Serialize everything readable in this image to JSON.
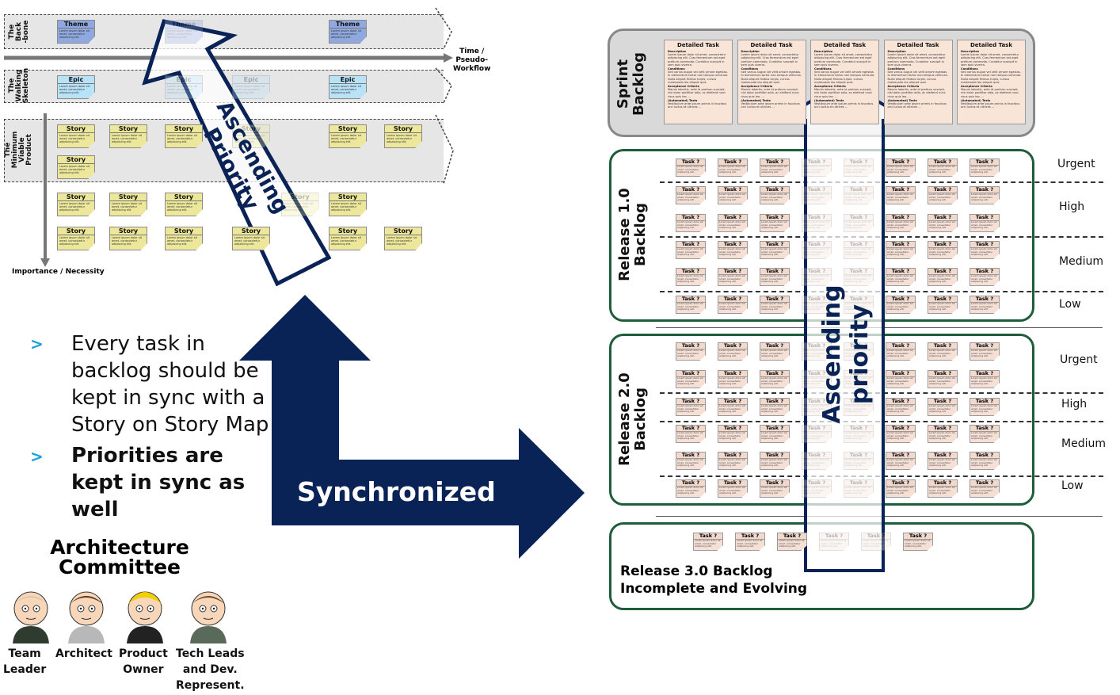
{
  "story_map": {
    "lanes": [
      {
        "label": "The\nBack\n-bone"
      },
      {
        "label": "The\nWalking\nSkeleton"
      },
      {
        "label": "The\nMinimum\nViable\nProduct"
      }
    ],
    "time_axis_label": "Time /\nPseudo-\nWorkflow",
    "importance_axis_label": "Importance / Necessity",
    "card_text": "Lorem ipsum dolor sit amet, consectetur adipiscing elit.",
    "theme_label": "Theme",
    "epic_label": "Epic",
    "story_label": "Story",
    "colors": {
      "theme": "#8fa8e0",
      "epic": "#b8e2f8",
      "story": "#ece79a"
    },
    "rows": [
      {
        "type": "theme",
        "cards": [
          {
            "slot": 0
          },
          {
            "slot": 2,
            "faded": true
          },
          {
            "slot": 4
          }
        ]
      },
      {
        "type": "epic",
        "cards": [
          {
            "slot": 0
          },
          {
            "slot": 2,
            "faded": true
          },
          {
            "slot": 3,
            "faded": true
          },
          {
            "slot": 4
          }
        ]
      },
      {
        "type": "story",
        "cards": [
          {
            "slot": 0
          },
          {
            "slot": 1
          },
          {
            "slot": 2
          },
          {
            "slot": 3,
            "faded": true
          },
          {
            "slot": 4
          },
          {
            "slot": 5
          }
        ]
      },
      {
        "type": "story",
        "cards": [
          {
            "slot": 0
          }
        ]
      },
      {
        "type": "story",
        "cards": [
          {
            "slot": 0
          },
          {
            "slot": 1
          },
          {
            "slot": 2
          },
          {
            "slot": 3.7,
            "faded": true
          },
          {
            "slot": 4
          }
        ]
      },
      {
        "type": "story",
        "cards": [
          {
            "slot": 0
          },
          {
            "slot": 1
          },
          {
            "slot": 2
          },
          {
            "slot": 3
          },
          {
            "slot": 4
          },
          {
            "slot": 5
          }
        ]
      }
    ],
    "arrow_label": "Ascending Priority"
  },
  "bullets": [
    {
      "marker": ">",
      "text": "Every task in backlog should be kept in sync with a Story on Story Map",
      "bold": false
    },
    {
      "marker": ">",
      "text": "Priorities are kept in sync as well",
      "bold": true
    }
  ],
  "sync_arrow_label": "Synchronized",
  "arrow_color": "#0a2356",
  "committee": {
    "title": "Architecture\nCommittee",
    "members": [
      {
        "label": "Team\nLeader",
        "icon": "team-leader-avatar"
      },
      {
        "label": "Architect",
        "icon": "architect-avatar"
      },
      {
        "label": "Product\nOwner",
        "icon": "product-owner-avatar"
      },
      {
        "label": "Tech Leads\nand Dev.\nRepresent.",
        "icon": "tech-leads-avatar"
      }
    ]
  },
  "sprint_backlog": {
    "label": "Sprint\nBacklog",
    "card_title": "Detailed Task",
    "sections": [
      {
        "h": "Description",
        "t": "Lorem ipsum dolor sit amet, consectetur adipiscing elit. Cras fermentum est eget pretium commodo. Curabitur suscipit in sem quis viverra."
      },
      {
        "h": "Conditions",
        "t": "Sed varius augue vel velit ornare egestas. In elementum tortor non tempus vehicula. Nulla aliquet finibus turpis, cursus malesuada leo aliquet quis."
      },
      {
        "h": "Acceptance Criteria",
        "t": "Mauris lobortis, ante id pretium suscipit, nisi dolor porttitor odio, ac eleifend nunc risus quis leo. ..."
      },
      {
        "h": "(Automated) Tests",
        "t": "Vestibulum ante ipsum primis in faucibus orci luctus et ultrices ..."
      }
    ],
    "count": 5
  },
  "task_title": "Task ?",
  "task_text": "Lorem ipsum dolor sit amet, consectetur adipiscing elit.",
  "release1": {
    "label": "Release 1.0\nBacklog",
    "priorities": [
      "Urgent",
      "High",
      "Medium",
      "Low"
    ]
  },
  "release2": {
    "label": "Release 2.0\nBacklog",
    "priorities": [
      "Urgent",
      "High",
      "Medium",
      "Low"
    ]
  },
  "release3": {
    "title": "Release 3.0 Backlog",
    "subtitle": "Incomplete and Evolving"
  },
  "backlog_arrow_label": "Ascending priority"
}
